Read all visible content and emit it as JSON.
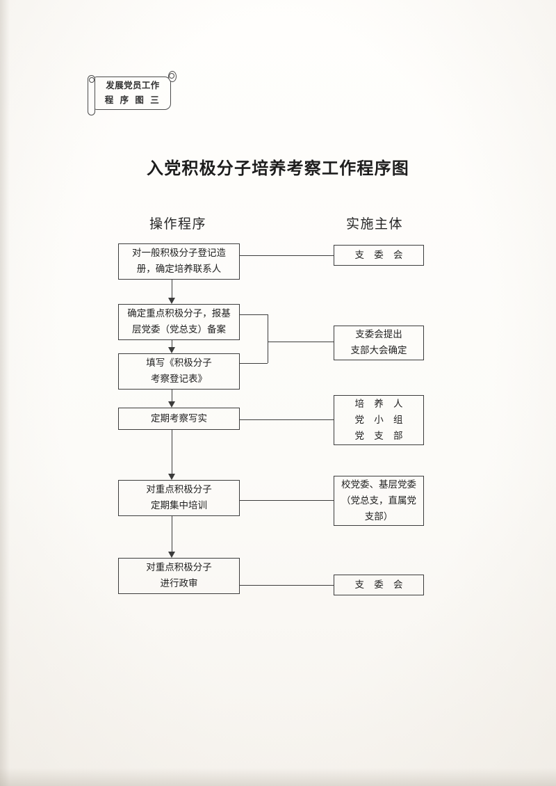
{
  "document": {
    "banner": {
      "line1": "发展党员工作",
      "line2": "程 序 图  三"
    },
    "title": "入党积极分子培养考察工作程序图",
    "headers": {
      "left": "操作程序",
      "right": "实施主体"
    }
  },
  "flow": {
    "steps": [
      {
        "id": "step-1",
        "lines": [
          "对一般积极分子登记造",
          "册，确定培养联系人"
        ]
      },
      {
        "id": "step-2",
        "lines": [
          "确定重点积极分子，报基",
          "层党委（党总支）备案"
        ]
      },
      {
        "id": "step-3",
        "lines": [
          "填写《积极分子",
          "考察登记表》"
        ]
      },
      {
        "id": "step-4",
        "lines": [
          "定期考察写实"
        ]
      },
      {
        "id": "step-5",
        "lines": [
          "对重点积极分子",
          "定期集中培训"
        ]
      },
      {
        "id": "step-6",
        "lines": [
          "对重点积极分子",
          "进行政审"
        ]
      }
    ],
    "actors": [
      {
        "id": "actor-1",
        "lines": [
          "支 委 会"
        ]
      },
      {
        "id": "actor-2",
        "lines": [
          "支委会提出",
          "支部大会确定"
        ]
      },
      {
        "id": "actor-3",
        "lines": [
          "培 养 人",
          "党 小 组",
          "党 支 部"
        ]
      },
      {
        "id": "actor-4",
        "lines": [
          "校党委、基层党委",
          "（党总支，直属党",
          "支部）"
        ]
      },
      {
        "id": "actor-5",
        "lines": [
          "支 委 会"
        ]
      }
    ]
  },
  "colors": {
    "ink": "#1f1f1f",
    "line": "#3b3b3b",
    "paper": "#fdfcfa"
  }
}
